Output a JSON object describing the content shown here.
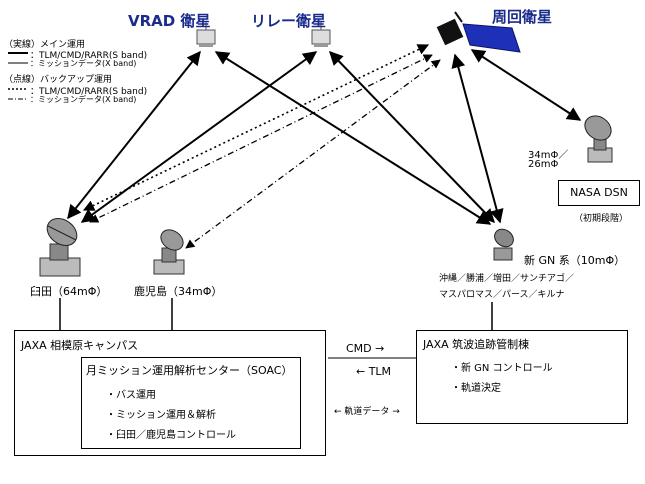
{
  "satellites": {
    "vrad": "VRAD 衛星",
    "relay": "リレー衛星",
    "orbiter": "周回衛星"
  },
  "legend": {
    "solid_heading": "（実線）メイン運用",
    "solid_tlm": "：TLM/CMD/RARR(S band)",
    "solid_mission": "：ミッションデータ(X band)",
    "dotted_heading": "（点線）バックアップ運用",
    "dotted_tlm": "：TLM/CMD/RARR(S band)",
    "dotted_mission": "：ミッションデータ(X band)"
  },
  "stations": {
    "usuda": "臼田（64mΦ）",
    "kagoshima": "鹿児島（34mΦ）",
    "new_gn": "新 GN 系（10mΦ）",
    "new_gn_sites_1": "沖縄／勝浦／増田／サンチアゴ／",
    "new_gn_sites_2": "マスパロマス／パース／キルナ",
    "nasa_size_1": "34mΦ／",
    "nasa_size_2": "26mΦ",
    "nasa_dsn": "NASA DSN",
    "nasa_phase": "（初期段階）"
  },
  "sagamihara": {
    "title": "JAXA 相模原キャンパス",
    "soac_title": "月ミッション運用解析センター（SOAC）",
    "items": [
      "・バス運用",
      "・ミッション運用＆解析",
      "・臼田／鹿児島コントロール"
    ]
  },
  "tsukuba": {
    "title": "JAXA 筑波追跡管制棟",
    "items": [
      "・新 GN コントロール",
      "・軌道決定"
    ]
  },
  "links": {
    "cmd": "CMD →",
    "tlm": "← TLM",
    "orbit": "← 軌道データ →"
  }
}
